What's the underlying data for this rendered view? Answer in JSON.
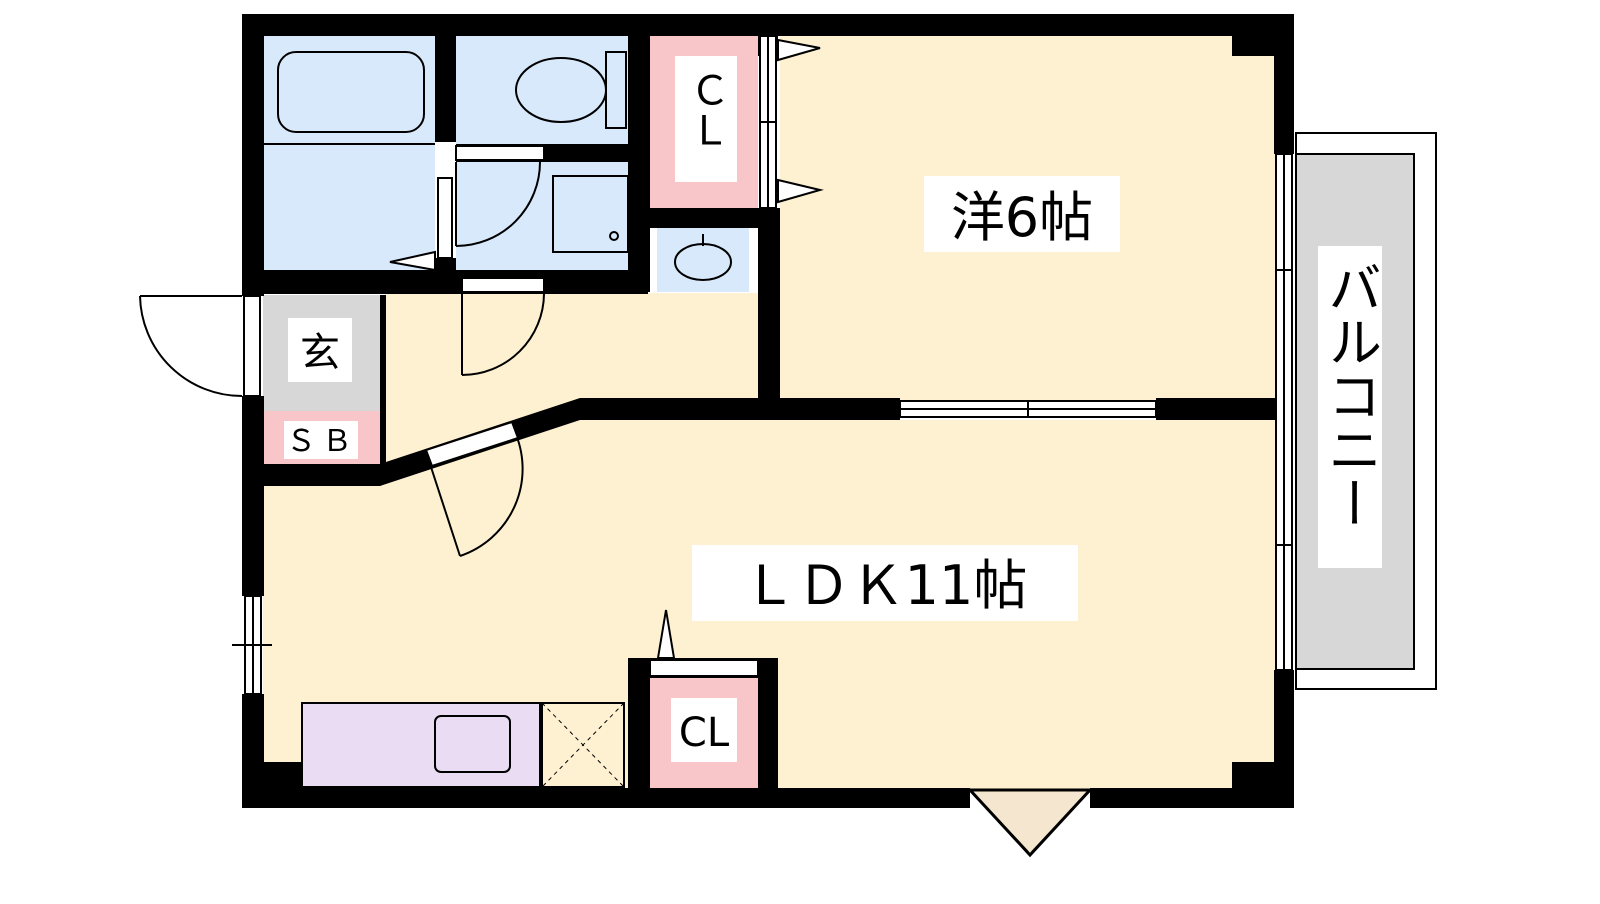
{
  "floorplan": {
    "rooms": {
      "western_room": "洋6帖",
      "ldk": "ＬＤＫ11帖",
      "balcony": "バルコニー",
      "entrance": "玄",
      "shoe_box": "ＳＢ",
      "closet_upper": "ＣＬ",
      "closet_lower": "CL"
    },
    "colors": {
      "wall": "#000000",
      "floor": "#fdf1d2",
      "wet_area": "#d8e9fb",
      "closet": "#f8c5c8",
      "entrance": "#d7d7d7",
      "kitchen": "#e9dcf3",
      "balcony": "#d7d7d7",
      "bay_window": "#f4e6cf"
    }
  }
}
